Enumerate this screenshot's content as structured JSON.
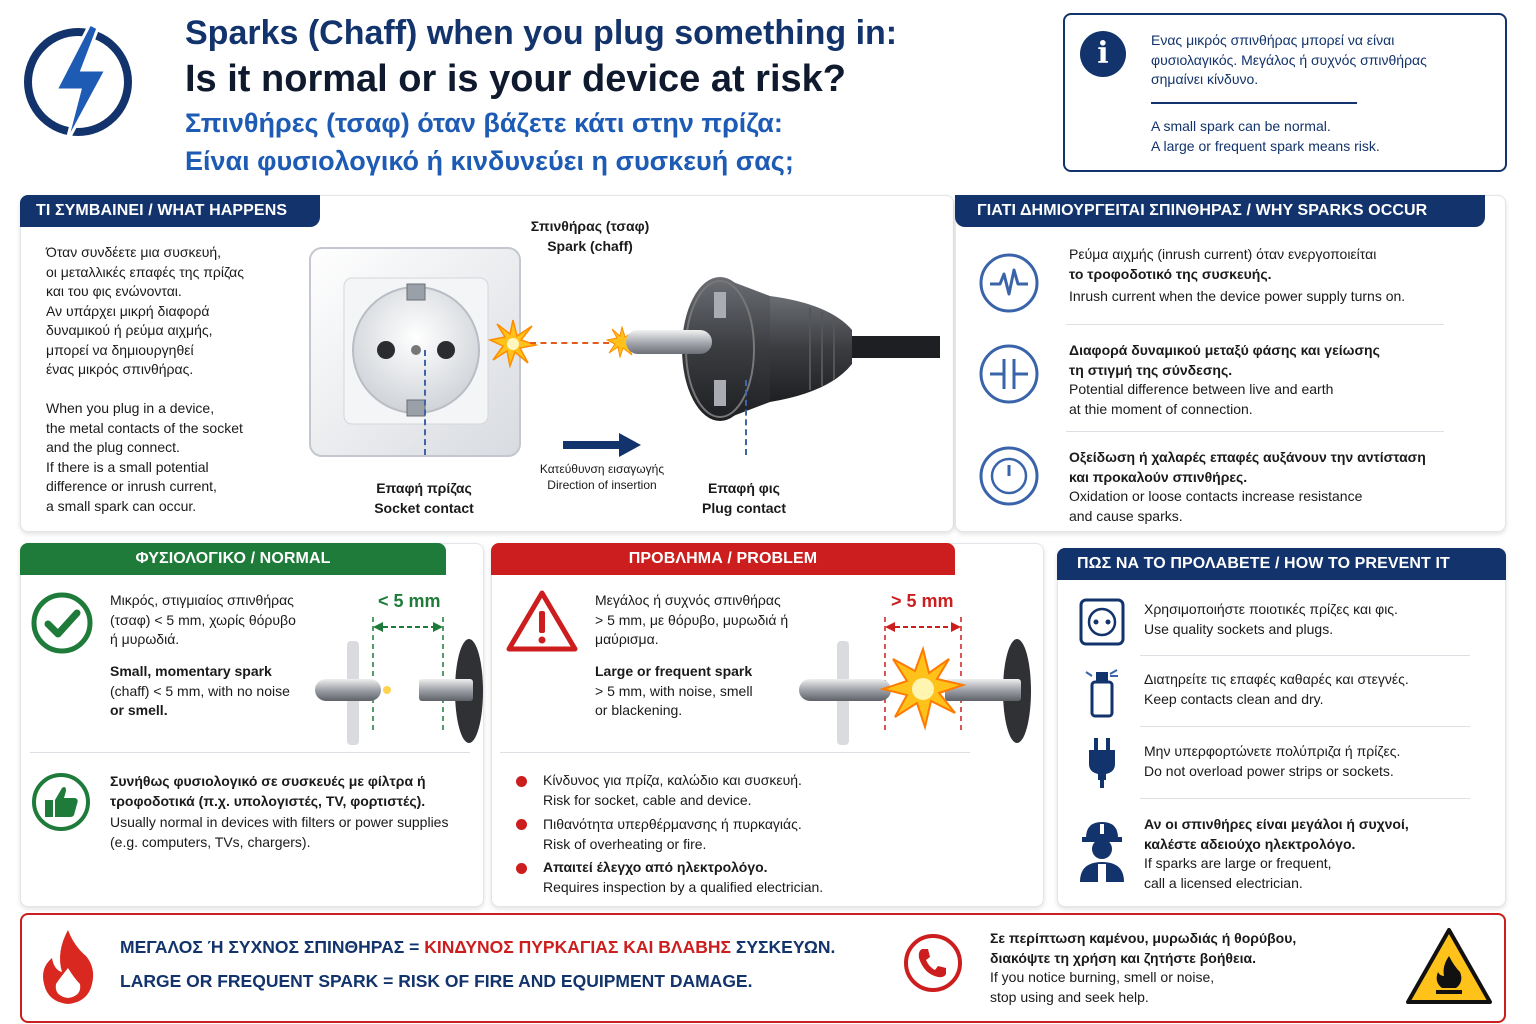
{
  "header": {
    "title_line1": "Sparks (Chaff) when you plug something in:",
    "title_line2": "Is it normal or is your device at risk?",
    "title_gr_line1": "Σπινθήρες (τσαφ) όταν βάζετε κάτι στην πρίζα:",
    "title_gr_line2": "Είναι φυσιολογικό ή κινδυνεύει η συσκευή σας;"
  },
  "info_box": {
    "gr_line1": "Ενας μικρός σπινθήρας μπορεί να είναι",
    "gr_line2": "φυσιολαγικός. Μεγάλος ή συχνός σπινθήρας",
    "gr_line3": "σημαίνει κίνδυνο.",
    "en_line1": "A small spark can be normal.",
    "en_line2": "A large or frequent spark means risk."
  },
  "what_happens": {
    "header": "ΤΙ ΣΥΜΒΑΙΝΕΙ / WHAT HAPPENS",
    "gr": [
      "Όταν συνδέετε μια συσκευή,",
      "οι μεταλλικές επαφές της πρίζας",
      "και του φις ενώνονται.",
      "Αν υπάρχει μικρή διαφορά",
      "δυναμικού ή ρεύμα αιχμής,",
      "μπορεί να δημιουργηθεί",
      "ένας μικρός σπινθήρας."
    ],
    "en": [
      "When you plug in a device,",
      "the metal contacts of the socket",
      "and the plug connect.",
      "If there is a small potential",
      "difference or inrush current,",
      "a small spark can occur."
    ],
    "spark_label_gr": "Σπινθήρας (τσαφ)",
    "spark_label_en": "Spark (chaff)",
    "socket_gr": "Επαφή πρίζας",
    "socket_en": "Socket contact",
    "direction_gr": "Κατεύθυνση εισαγωγής",
    "direction_en": "Direction of insertion",
    "plug_gr": "Επαφή φις",
    "plug_en": "Plug contact"
  },
  "why_sparks": {
    "header": "ΓΙΑΤΙ ΔΗΜΙΟΥΡΓΕΙΤΑΙ ΣΠΙΝΘΗΡΑΣ / WHY SPARKS OCCUR",
    "items": [
      {
        "icon": "waveform-icon",
        "gr_a": "Ρεύμα αιχμής (inrush current) όταν ενεργοποιείται",
        "gr_b": "το τροφοδοτικό της συσκευής.",
        "en_a": "Inrush current when the device power supply turns on.",
        "en_b": ""
      },
      {
        "icon": "capacitor-icon",
        "gr_a": "Διαφορά δυναμικού μεταξύ φάσης και γείωσης",
        "gr_b": "τη στιγμή της σύνδεσης.",
        "en_a": "Potential difference between live and earth",
        "en_b": "at thie moment of connection."
      },
      {
        "icon": "clock-icon",
        "gr_a": "Οξείδωση ή χαλαρές επαφές αυξάνουν την αντίσταση",
        "gr_b": "και προκαλούν σπινθήρες.",
        "en_a": "Oxidation or loose contacts increase resistance",
        "en_b": "and cause sparks."
      }
    ]
  },
  "normal": {
    "header": "ΦΥΣΙΟΛΟΓΙΚΟ / NORMAL",
    "gr": [
      "Μικρός, στιγμιαίος σπινθήρας",
      "(τσαφ) < 5 mm, χωρίς θόρυβο",
      "ή μυρωδιά."
    ],
    "en": [
      "Small, momentary spark",
      "(chaff) < 5 mm, with no noise",
      "or smell."
    ],
    "measure": "< 5 mm",
    "note_gr": [
      "Συνήθως φυσιολογικό σε συσκευές με φίλτρα ή",
      "τροφοδοτικά (π.χ. υπολογιστές, TV, φορτιστές)."
    ],
    "note_en": [
      "Usually normal in devices with filters or power supplies",
      "(e.g. computers, TVs, chargers)."
    ]
  },
  "problem": {
    "header": "ΠΡΟΒΛΗΜΑ / PROBLEM",
    "gr": [
      "Μεγάλος ή συχνός σπινθήρας",
      "> 5 mm, με θόρυβο, μυρωδιά ή",
      "μαύρισμα."
    ],
    "en": [
      "Large or frequent spark",
      "> 5 mm, with noise, smell",
      "or blackening."
    ],
    "measure": "> 5 mm",
    "bullets": [
      {
        "gr": "Κίνδυνος για πρίζα, καλώδιο και συσκευή.",
        "en": "Risk for socket, cable and device."
      },
      {
        "gr": "Πιθανότητα υπερθέρμανσης ή πυρκαγιάς.",
        "en": "Risk of overheating or fire."
      },
      {
        "gr": "Απαιτεί έλεγχο από ηλεκτρολόγο.",
        "en": "Requires inspection by a qualified electrician."
      }
    ]
  },
  "prevent": {
    "header": "ΠΩΣ ΝΑ ΤΟ ΠΡΟΛΑΒΕΤΕ / HOW TO PREVENT IT",
    "items": [
      {
        "gr_a": "Χρησιμοποιήστε ποιοτικές πρίζες και φις.",
        "gr_b": "",
        "en_a": "Use quality sockets and plugs.",
        "en_b": ""
      },
      {
        "gr_a": "Διατηρείτε τις επαφές καθαρές και στεγνές.",
        "gr_b": "",
        "en_a": "Keep contacts clean and dry.",
        "en_b": ""
      },
      {
        "gr_a": "Μην υπερφορτώνετε πολύπριζα ή πρίζες.",
        "gr_b": "",
        "en_a": "Do not overload power strips or sockets.",
        "en_b": ""
      },
      {
        "gr_a": "Αν οι σπινθήρες είναι μεγάλοι ή συχνοί,",
        "gr_b": "καλέστε αδειούχο ηλεκτρολόγο.",
        "en_a": "If sparks are large or frequent,",
        "en_b": "call a licensed electrician."
      }
    ]
  },
  "footer": {
    "gr_prefix": "ΜΕΓΑΛΟΣ Ή ΣΥΧΝΟΣ ΣΠΙΝΘΗΡΑΣ = ",
    "gr_red": "ΚΙΝΔΥΝΟΣ ΠΥΡΚΑΓΙΑΣ ΚΑΙ ΒΛΑΒΗΣ",
    "gr_suffix": " ΣΥΣΚΕΥΩΝ.",
    "en": "LARGE OR FREQUENT SPARK = RISK OF FIRE AND EQUIPMENT DAMAGE.",
    "help_gr_a": "Σε περίπτωση καμένου, μυρωδιάς ή θορύβου,",
    "help_gr_b": "διακόψτε τη χρήση και ζητήστε βοήθεια.",
    "help_en_a": "If you notice burning, smell or noise,",
    "help_en_b": "stop using and seek help."
  },
  "colors": {
    "navy": "#12336b",
    "blue": "#1d5bb5",
    "green": "#1e7b3a",
    "red": "#cc1e1e"
  }
}
